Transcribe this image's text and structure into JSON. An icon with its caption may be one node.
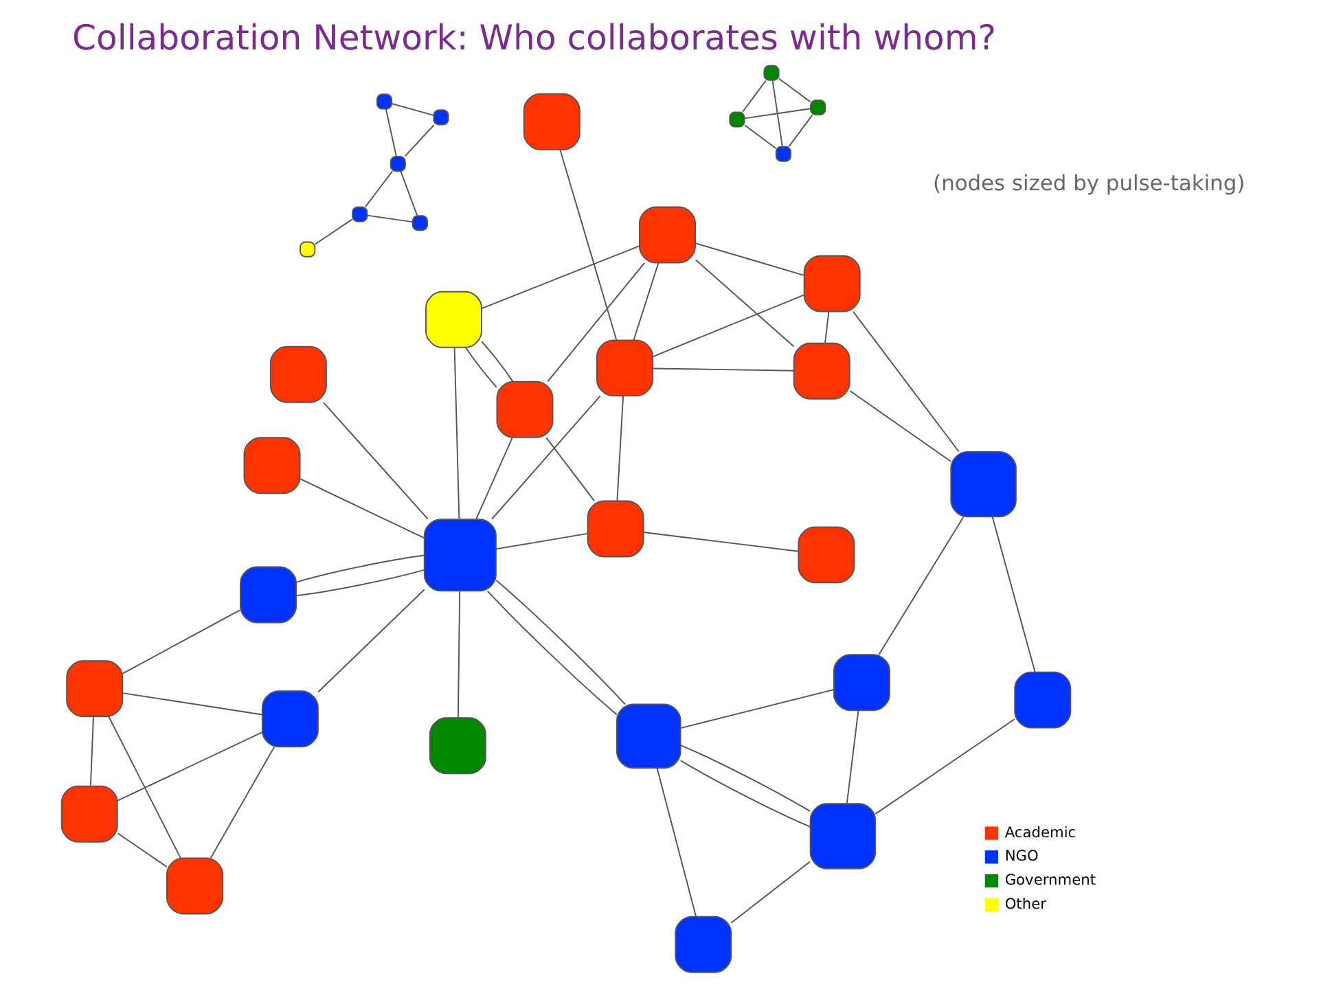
{
  "diagram": {
    "title": "Collaboration Network: Who collaborates with whom?",
    "nodes": [
      {
        "text": [],
        "shape": "box"
      },
      {
        "text": [],
        "shape": "box"
      },
      {
        "text": [],
        "shape": "box"
      },
      {
        "text": [],
        "shape": "box"
      },
      {
        "text": [],
        "shape": "box"
      },
      {
        "text": [],
        "shape": "box"
      },
      {
        "text": [],
        "shape": "box"
      },
      {
        "text": [],
        "shape": "box"
      },
      {
        "text": [],
        "shape": "box"
      },
      {
        "text": [],
        "shape": "box"
      },
      {
        "text": [],
        "shape": "box"
      },
      {
        "text": [],
        "shape": "box"
      },
      {
        "text": [],
        "shape": "box"
      },
      {
        "text": [],
        "shape": "box"
      },
      {
        "text": [],
        "shape": "box"
      },
      {
        "text": [],
        "shape": "box"
      },
      {
        "text": [],
        "shape": "box"
      },
      {
        "text": [],
        "shape": "box"
      },
      {
        "text": [],
        "shape": "box"
      },
      {
        "text": [],
        "shape": "box"
      },
      {
        "text": [],
        "shape": "box"
      },
      {
        "text": [],
        "shape": "box"
      },
      {
        "text": [],
        "shape": "box"
      },
      {
        "text": [],
        "shape": "box"
      },
      {
        "text": [],
        "shape": "box"
      },
      {
        "text": [],
        "shape": "box"
      },
      {
        "text": [],
        "shape": "box"
      },
      {
        "text": [],
        "shape": "box"
      },
      {
        "text": [],
        "shape": "box"
      },
      {
        "text": [],
        "shape": "box"
      },
      {
        "text": [],
        "shape": "box"
      },
      {
        "text": [],
        "shape": "box"
      },
      {
        "text": [],
        "shape": "box"
      },
      {
        "text": [],
        "shape": "box"
      }
    ],
    "edges": [
      {
        "from": 0,
        "to": 1,
        "arrow": "none"
      },
      {
        "from": 0,
        "to": 3,
        "arrow": "none"
      },
      {
        "from": 0,
        "to": 2,
        "arrow": "none"
      },
      {
        "from": 1,
        "to": 2,
        "arrow": "none"
      },
      {
        "from": 1,
        "to": 3,
        "arrow": "none"
      },
      {
        "from": 3,
        "to": 2,
        "arrow": "none"
      },
      {
        "from": 3,
        "to": 10,
        "arrow": "none"
      },
      {
        "from": 2,
        "to": 12,
        "arrow": "none"
      },
      {
        "from": 11,
        "to": 12,
        "arrow": "none"
      },
      {
        "from": 10,
        "to": 12,
        "arrow": "none"
      },
      {
        "from": 10,
        "to": 12,
        "arrow": "none"
      },
      {
        "from": 4,
        "to": 7,
        "arrow": "none"
      },
      {
        "from": 4,
        "to": 5,
        "arrow": "none"
      },
      {
        "from": 5,
        "to": 6,
        "arrow": "none"
      },
      {
        "from": 5,
        "to": 7,
        "arrow": "none"
      },
      {
        "from": 5,
        "to": 7,
        "arrow": "none"
      },
      {
        "from": 5,
        "to": 8,
        "arrow": "none"
      },
      {
        "from": 6,
        "to": 9,
        "arrow": "none"
      },
      {
        "from": 7,
        "to": 8,
        "arrow": "none"
      },
      {
        "from": 8,
        "to": 9,
        "arrow": "none"
      },
      {
        "from": 7,
        "to": 12,
        "arrow": "none"
      },
      {
        "from": 7,
        "to": 12,
        "arrow": "none"
      },
      {
        "from": 12,
        "to": 13,
        "arrow": "none"
      },
      {
        "from": 9,
        "to": 14,
        "arrow": "none"
      },
      {
        "from": 9,
        "to": 18,
        "arrow": "none"
      },
      {
        "from": 13,
        "to": 19,
        "arrow": "none"
      },
      {
        "from": 13,
        "to": 19,
        "arrow": "none"
      },
      {
        "from": 13,
        "to": 20,
        "arrow": "none"
      },
      {
        "from": 12,
        "to": 16,
        "arrow": "none"
      },
      {
        "from": 12,
        "to": 19,
        "arrow": "none"
      },
      {
        "from": 12,
        "to": 17,
        "arrow": "none"
      },
      {
        "from": 13,
        "to": 16,
        "arrow": "none"
      },
      {
        "from": 16,
        "to": 17,
        "arrow": "none"
      },
      {
        "from": 17,
        "to": 14,
        "arrow": "none"
      },
      {
        "from": 17,
        "to": 18,
        "arrow": "none"
      },
      {
        "from": 17,
        "to": 20,
        "arrow": "none"
      },
      {
        "from": 17,
        "to": 23,
        "arrow": "none"
      },
      {
        "from": 19,
        "to": 20,
        "arrow": "none"
      },
      {
        "from": 14,
        "to": 20,
        "arrow": "none"
      },
      {
        "from": 14,
        "to": 18,
        "arrow": "none"
      },
      {
        "from": 20,
        "to": 18,
        "arrow": "none"
      },
      {
        "from": 12,
        "to": 15,
        "arrow": "none"
      },
      {
        "from": 12,
        "to": 21,
        "arrow": "none"
      },
      {
        "from": 16,
        "to": 22,
        "arrow": "none"
      },
      {
        "from": 24,
        "to": 25,
        "arrow": "none"
      },
      {
        "from": 24,
        "to": 26,
        "arrow": "none"
      },
      {
        "from": 24,
        "to": 27,
        "arrow": "none"
      },
      {
        "from": 25,
        "to": 26,
        "arrow": "none"
      },
      {
        "from": 25,
        "to": 27,
        "arrow": "none"
      },
      {
        "from": 26,
        "to": 27,
        "arrow": "none"
      },
      {
        "from": 28,
        "to": 29,
        "arrow": "none"
      },
      {
        "from": 29,
        "to": 30,
        "arrow": "none"
      },
      {
        "from": 29,
        "to": 31,
        "arrow": "none"
      },
      {
        "from": 30,
        "to": 31,
        "arrow": "none"
      },
      {
        "from": 31,
        "to": 32,
        "arrow": "none"
      },
      {
        "from": 31,
        "to": 33,
        "arrow": "none"
      },
      {
        "from": 32,
        "to": 33,
        "arrow": "none"
      }
    ],
    "labels": [
      "(nodes sized by pulse-taking)"
    ],
    "legend": [
      {
        "text": "Academic",
        "color": "#ff3300"
      },
      {
        "text": "NGO",
        "color": "#0033ff"
      },
      {
        "text": "Government",
        "color": "#008800"
      },
      {
        "text": "Other",
        "color": "#ffff00"
      }
    ]
  }
}
